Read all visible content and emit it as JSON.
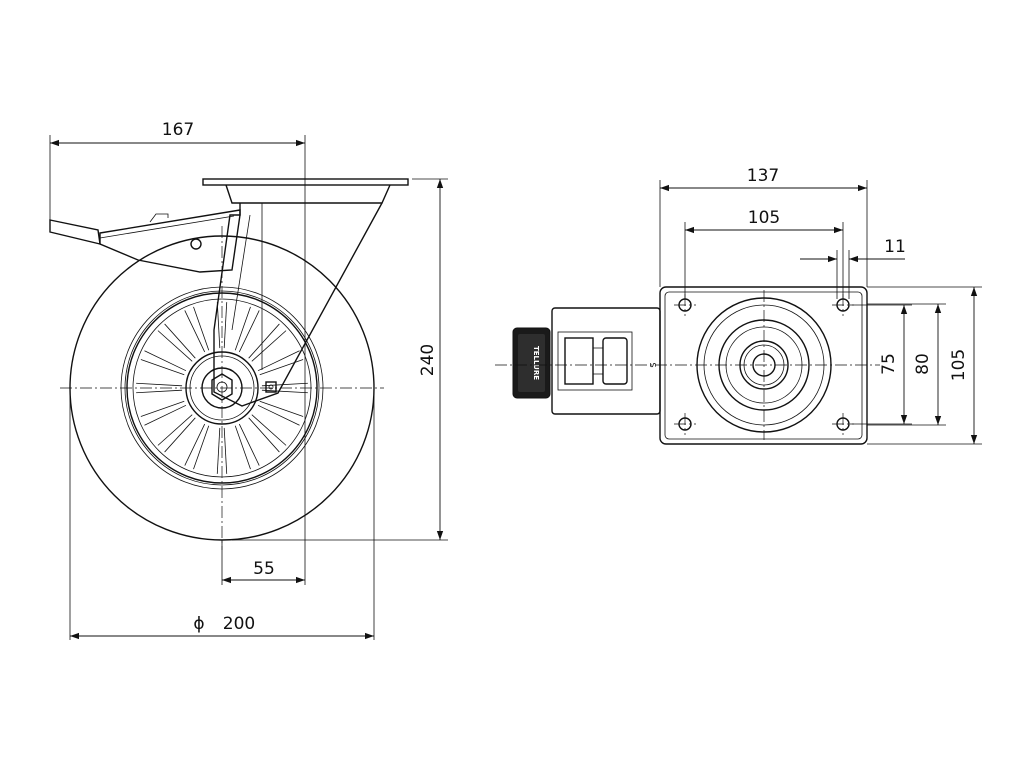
{
  "side_view": {
    "dim_overall_length": "167",
    "dim_height": "240",
    "dim_offset": "55",
    "dim_wheel_diameter": "200",
    "diameter_symbol": "ϕ"
  },
  "top_view": {
    "dim_plate_width": "137",
    "dim_bolt_spacing_x": "105",
    "dim_bolt_hole": "11",
    "dim_bolt_spacing_y": "75",
    "dim_slot_spacing": "80",
    "dim_plate_depth": "105",
    "brand_logo": "TELLURE",
    "brake_letter": "S"
  },
  "colors": {
    "line": "#111111",
    "background": "#ffffff"
  }
}
